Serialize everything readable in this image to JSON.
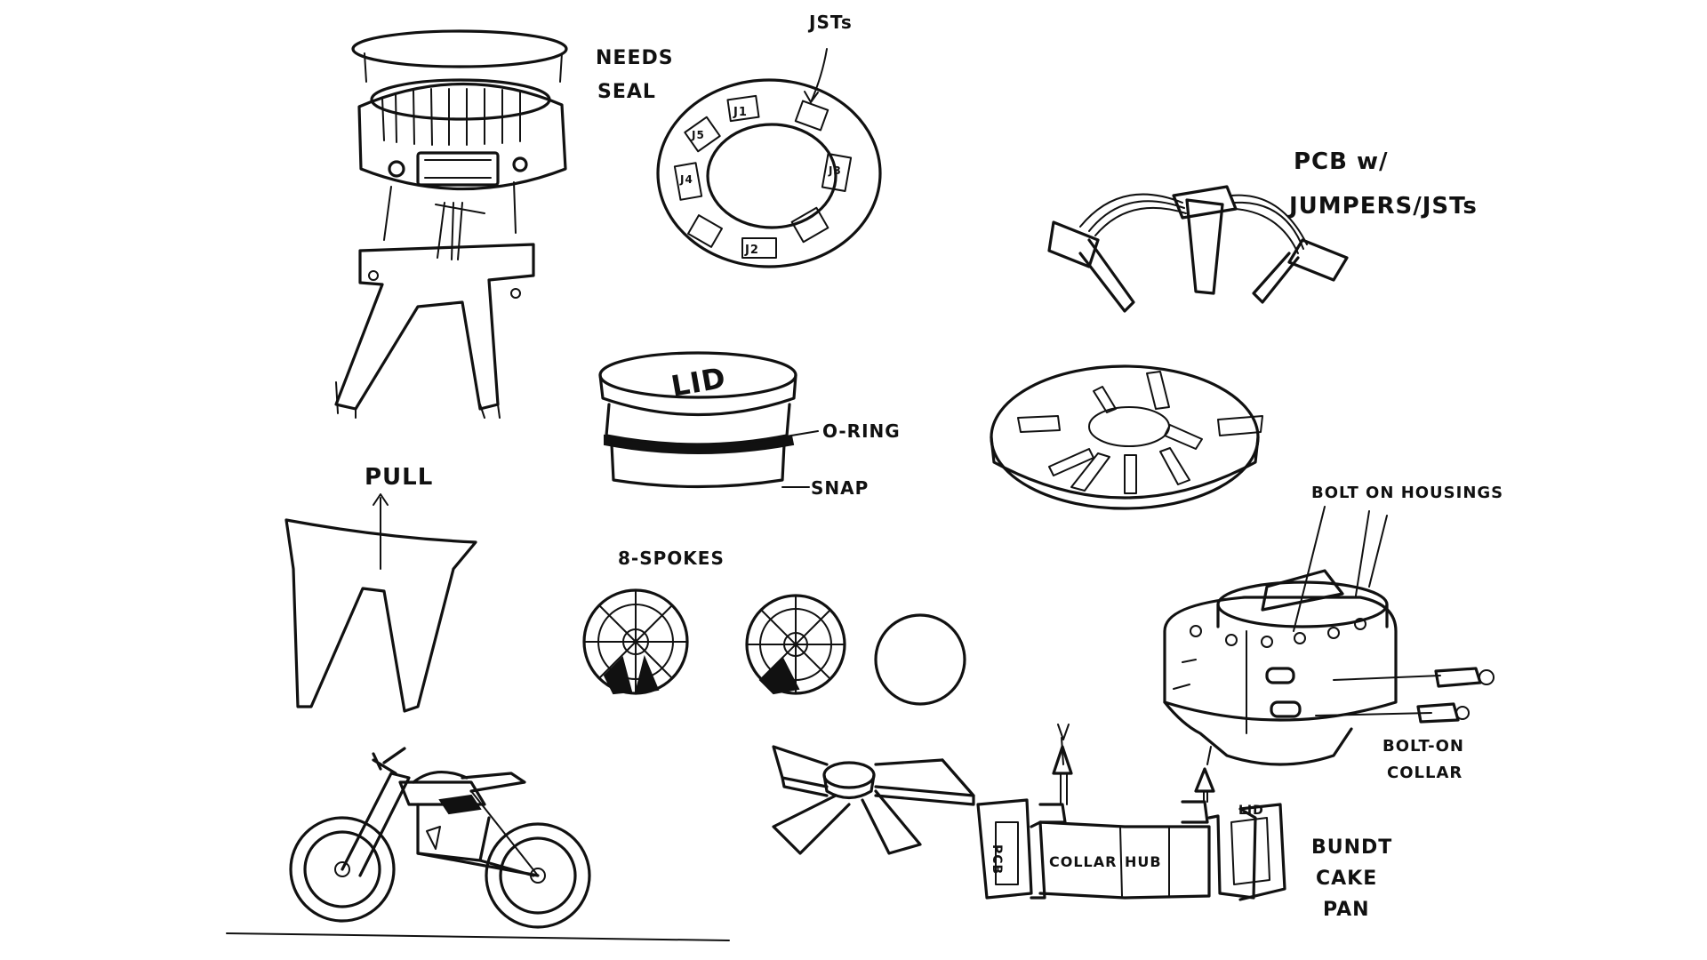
{
  "labels": {
    "needs_seal_1": "NEEDS",
    "needs_seal_2": "SEAL",
    "jsts": "JSTs",
    "j1": "J1",
    "j2": "J2",
    "j3": "J3",
    "j4": "J4",
    "j5": "J5",
    "pcb_1": "PCB w/",
    "pcb_2": "JUMPERS/JSTs",
    "lid": "LID",
    "o_ring": "O-RING",
    "snap": "SNAP",
    "pull": "PULL",
    "eight_spokes": "8-SPOKES",
    "bolt_on_housings": "BOLT ON HOUSINGS",
    "bolt_on_1": "BOLT-ON",
    "bolt_on_2": "COLLAR",
    "collar": "COLLAR",
    "hub": "HUB",
    "pcb_vertical": "PCB",
    "lid_small": "LID",
    "bundt_1": "BUNDT",
    "bundt_2": "CAKE",
    "bundt_3": "PAN"
  },
  "colors": {
    "ink": "#111111",
    "paper": "#ffffff"
  }
}
